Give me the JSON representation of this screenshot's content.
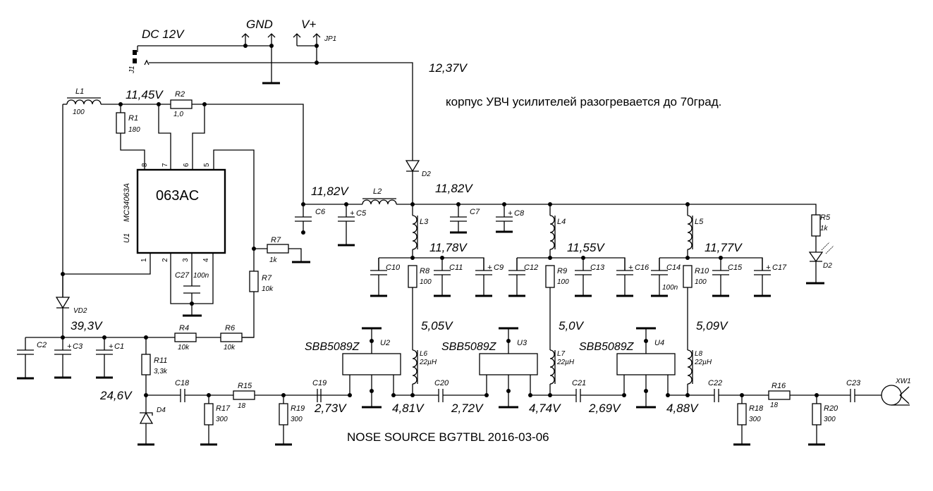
{
  "title": "NOSE SOURCE BG7TBL 2016-03-06",
  "note": "корпус УВЧ усилителей разогревается до 70град.",
  "power": {
    "dc_label": "DC 12V",
    "gnd_label": "GND",
    "vplus_label": "V+",
    "jack": "J1",
    "jumper": "JP1"
  },
  "ic": {
    "ref": "U1",
    "part": "MC34063A",
    "marking": "063AC",
    "pins": [
      "1",
      "2",
      "3",
      "4",
      "5",
      "6",
      "7",
      "8"
    ]
  },
  "voltages": {
    "v_in": "12,37V",
    "v_l1": "11,45V",
    "v_c6": "11,82V",
    "v_rail": "11,82V",
    "v_stage1": "11,78V",
    "v_stage2": "11,55V",
    "v_stage3": "11,77V",
    "v_boost": "39,3V",
    "v_zener": "24,6V",
    "v_l6": "5,05V",
    "v_l7": "5,0V",
    "v_l8": "5,09V",
    "v_u2_in": "2,73V",
    "v_u2_out": "4,81V",
    "v_u3_in": "2,72V",
    "v_u3_out": "4,74V",
    "v_u4_in": "2,69V",
    "v_u4_out": "4,88V"
  },
  "components": {
    "L1": {
      "ref": "L1",
      "value": "100"
    },
    "R1": {
      "ref": "R1",
      "value": "180"
    },
    "R2": {
      "ref": "R2",
      "value": "1,0"
    },
    "R7a": {
      "ref": "R7",
      "value": "1k"
    },
    "R7b": {
      "ref": "R7",
      "value": "10k"
    },
    "C27": {
      "ref": "C27",
      "value": "100n"
    },
    "VD2": {
      "ref": "VD2"
    },
    "C2": {
      "ref": "C2"
    },
    "C3": {
      "ref": "C3"
    },
    "C1": {
      "ref": "C1"
    },
    "R4": {
      "ref": "R4",
      "value": "10k"
    },
    "R6": {
      "ref": "R6",
      "value": "10k"
    },
    "R11": {
      "ref": "R11",
      "value": "3,3k"
    },
    "D4": {
      "ref": "D4"
    },
    "C18": {
      "ref": "C18"
    },
    "R17": {
      "ref": "R17",
      "value": "300"
    },
    "R15": {
      "ref": "R15",
      "value": "18"
    },
    "R19": {
      "ref": "R19",
      "value": "300"
    },
    "C19": {
      "ref": "C19"
    },
    "C6": {
      "ref": "C6"
    },
    "C5": {
      "ref": "C5"
    },
    "L2": {
      "ref": "L2"
    },
    "D2": {
      "ref": "D2"
    },
    "C7": {
      "ref": "C7"
    },
    "C8": {
      "ref": "C8"
    },
    "L3": {
      "ref": "L3"
    },
    "L4": {
      "ref": "L4"
    },
    "L5": {
      "ref": "L5"
    },
    "C10": {
      "ref": "C10"
    },
    "R8": {
      "ref": "R8",
      "value": "100"
    },
    "C11": {
      "ref": "C11"
    },
    "C9": {
      "ref": "C9"
    },
    "C12": {
      "ref": "C12"
    },
    "R9": {
      "ref": "R9",
      "value": "100"
    },
    "C13": {
      "ref": "C13"
    },
    "C16": {
      "ref": "C16"
    },
    "C14": {
      "ref": "C14",
      "value": "100n"
    },
    "R10": {
      "ref": "R10",
      "value": "100"
    },
    "C15": {
      "ref": "C15"
    },
    "C17": {
      "ref": "C17"
    },
    "R5": {
      "ref": "R5",
      "value": "1k"
    },
    "D2led": {
      "ref": "D2"
    },
    "U2": {
      "ref": "U2",
      "part": "SBB5089Z"
    },
    "U3": {
      "ref": "U3",
      "part": "SBB5089Z"
    },
    "U4": {
      "ref": "U4",
      "part": "SBB5089Z"
    },
    "L6": {
      "ref": "L6",
      "value": "22µH"
    },
    "L7": {
      "ref": "L7",
      "value": "22µH"
    },
    "L8": {
      "ref": "L8",
      "value": "22µH"
    },
    "C20": {
      "ref": "C20"
    },
    "C21": {
      "ref": "C21"
    },
    "C22": {
      "ref": "C22"
    },
    "R18": {
      "ref": "R18",
      "value": "300"
    },
    "R16": {
      "ref": "R16",
      "value": "18"
    },
    "R20": {
      "ref": "R20",
      "value": "300"
    },
    "C23": {
      "ref": "C23"
    },
    "XW1": {
      "ref": "XW1"
    }
  }
}
